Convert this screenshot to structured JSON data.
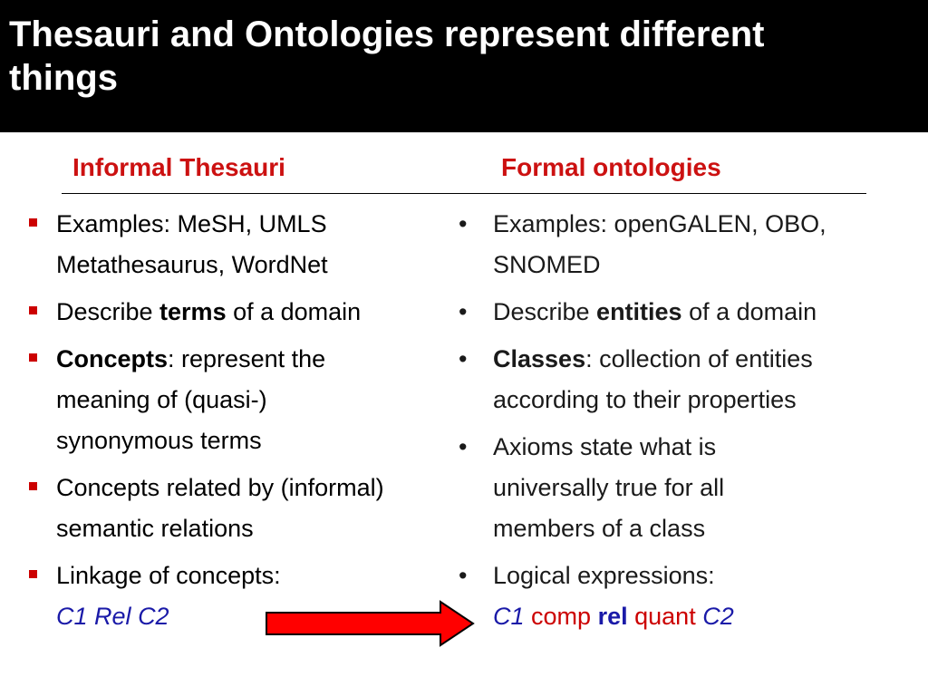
{
  "title": {
    "line1": "Thesauri and Ontologies represent different",
    "line2": "things"
  },
  "left": {
    "heading": "Informal Thesauri",
    "items": [
      {
        "text_line1": "Examples: MeSH, UMLS",
        "text_line2": "Metathesaurus, WordNet"
      },
      {
        "pre": "Describe ",
        "bold": "terms",
        "post": " of a domain"
      },
      {
        "bold": "Concepts",
        "post_line1": ": represent the",
        "post_line2": "meaning of (quasi-)",
        "post_line3": "synonymous terms"
      },
      {
        "text_line1": "Concepts related by (informal)",
        "text_line2": "semantic relations"
      },
      {
        "text_line1": "Linkage of concepts:",
        "c1": "C1",
        "rel": "Rel",
        "c2": "C2"
      }
    ]
  },
  "right": {
    "heading": "Formal ontologies",
    "bullet_char": "•",
    "items": [
      {
        "text_line1": "Examples: openGALEN, OBO,",
        "text_line2": "SNOMED"
      },
      {
        "pre": "Describe ",
        "bold": "entities",
        "post": " of a domain"
      },
      {
        "bold": "Classes",
        "post_line1": ": collection of entities",
        "post_line2": "according to their properties"
      },
      {
        "text_line1": "Axioms state what is",
        "text_line2": "universally true for all",
        "text_line3": "members of a class"
      },
      {
        "text_line1": "Logical expressions:",
        "c1": "C1",
        "comp": "comp",
        "rel": "rel",
        "quant": "quant",
        "c2": "C2"
      }
    ]
  },
  "colors": {
    "heading_red": "#cc1111",
    "bullet_red": "#cc0000",
    "arrow_red": "#ff0000",
    "expr_blue": "#1a1aa8",
    "title_bg": "#000000",
    "title_fg": "#ffffff"
  }
}
